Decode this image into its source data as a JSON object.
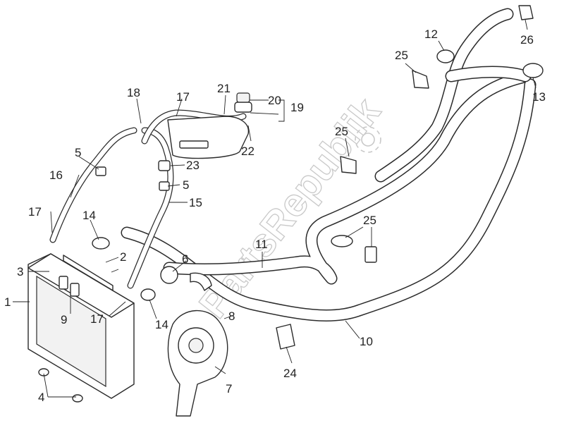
{
  "watermark": {
    "text": "PartsRepublik"
  },
  "callouts": {
    "c1": "1",
    "c2": "2",
    "c3": "3",
    "c4": "4",
    "c5a": "5",
    "c5b": "5",
    "c6": "6",
    "c7": "7",
    "c8": "8",
    "c9": "9",
    "c10": "10",
    "c11": "11",
    "c12": "12",
    "c13": "13",
    "c14a": "14",
    "c14b": "14",
    "c15": "15",
    "c16": "16",
    "c17a": "17",
    "c17b": "17",
    "c17c": "17",
    "c18": "18",
    "c19": "19",
    "c20": "20",
    "c21": "21",
    "c22": "22",
    "c23": "23",
    "c24": "24",
    "c25a": "25",
    "c25b": "25",
    "c25c": "25",
    "c26": "26"
  }
}
